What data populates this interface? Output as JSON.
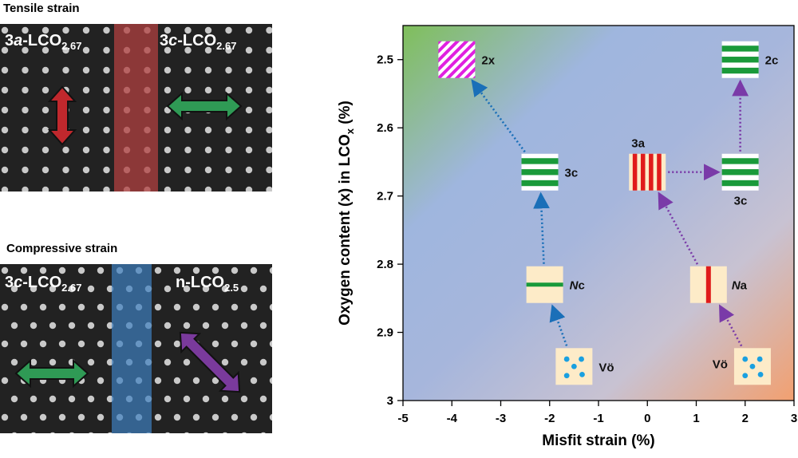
{
  "tensile": {
    "title": "Tensile strain",
    "left_label": {
      "pre": "3",
      "it": "a",
      "post": "-LCO",
      "sub": "2.67"
    },
    "right_label": {
      "pre": "3",
      "it": "c",
      "post": "-LCO",
      "sub": "2.67"
    }
  },
  "compressive": {
    "title": "Compressive strain",
    "left_label": {
      "pre": "3",
      "it": "c",
      "post": "-LCO",
      "sub": "2.67"
    },
    "right_label": {
      "pre": "n-LCO",
      "it": "",
      "post": "",
      "sub": "2.5"
    }
  },
  "colors": {
    "red_arrow": "#c0282d",
    "green_arrow": "#2f9a55",
    "purple_arrow": "#7a3a9c",
    "blue_stripe": "#3d7fbf",
    "red_stripe": "#b04040",
    "stripe_green": "#1a9a3a",
    "stripe_red": "#e01b1b",
    "stripe_magenta": "#e020e0",
    "dot_blue": "#1aa0e0",
    "box_fill": "#fdebc8",
    "arrow_blue": "#1a6fb8",
    "arrow_purple": "#7a3aa8"
  },
  "chart_data": {
    "type": "scatter",
    "xlabel": "Misfit strain (%)",
    "ylabel": "Oxygen content (x) in LCO",
    "ylabel_sub": "x",
    "ylabel_post": " (%)",
    "xlim": [
      -5,
      3
    ],
    "ylim": [
      3.0,
      2.45
    ],
    "xticks": [
      "-5",
      "-4",
      "-3",
      "-2",
      "-1",
      "0",
      "1",
      "2",
      "3"
    ],
    "yticks": [
      "2.5",
      "2.6",
      "2.7",
      "2.8",
      "2.9",
      "3"
    ],
    "points": [
      {
        "id": "2x",
        "label": "2x",
        "x": -3.9,
        "y": 2.5,
        "style": "diag"
      },
      {
        "id": "3c-left",
        "label": "3c",
        "x": -2.2,
        "y": 2.665,
        "style": "hstripes"
      },
      {
        "id": "Nc",
        "label": "Nc",
        "x": -2.1,
        "y": 2.83,
        "style": "hline"
      },
      {
        "id": "vo-left",
        "label": "Vö",
        "x": -1.5,
        "y": 2.95,
        "style": "dots"
      },
      {
        "id": "2c",
        "label": "2c",
        "x": 1.9,
        "y": 2.5,
        "style": "hstripes"
      },
      {
        "id": "3a",
        "label": "3a",
        "x": 0.0,
        "y": 2.665,
        "style": "vstripes"
      },
      {
        "id": "3c-right",
        "label": "3c",
        "x": 1.9,
        "y": 2.665,
        "style": "hstripes"
      },
      {
        "id": "Na",
        "label": "Na",
        "x": 1.25,
        "y": 2.83,
        "style": "vline"
      },
      {
        "id": "vo-right",
        "label": "Vö",
        "x": 2.15,
        "y": 2.95,
        "style": "dots"
      }
    ],
    "arrows": [
      {
        "from": "vo-left",
        "to": "Nc",
        "color": "blue"
      },
      {
        "from": "Nc",
        "to": "3c-left",
        "color": "blue"
      },
      {
        "from": "3c-left",
        "to": "2x",
        "color": "blue"
      },
      {
        "from": "vo-right",
        "to": "Na",
        "color": "purple"
      },
      {
        "from": "Na",
        "to": "3a",
        "color": "purple"
      },
      {
        "from": "3a",
        "to": "3c-right",
        "color": "purple"
      },
      {
        "from": "3c-right",
        "to": "2c",
        "color": "purple"
      }
    ]
  }
}
